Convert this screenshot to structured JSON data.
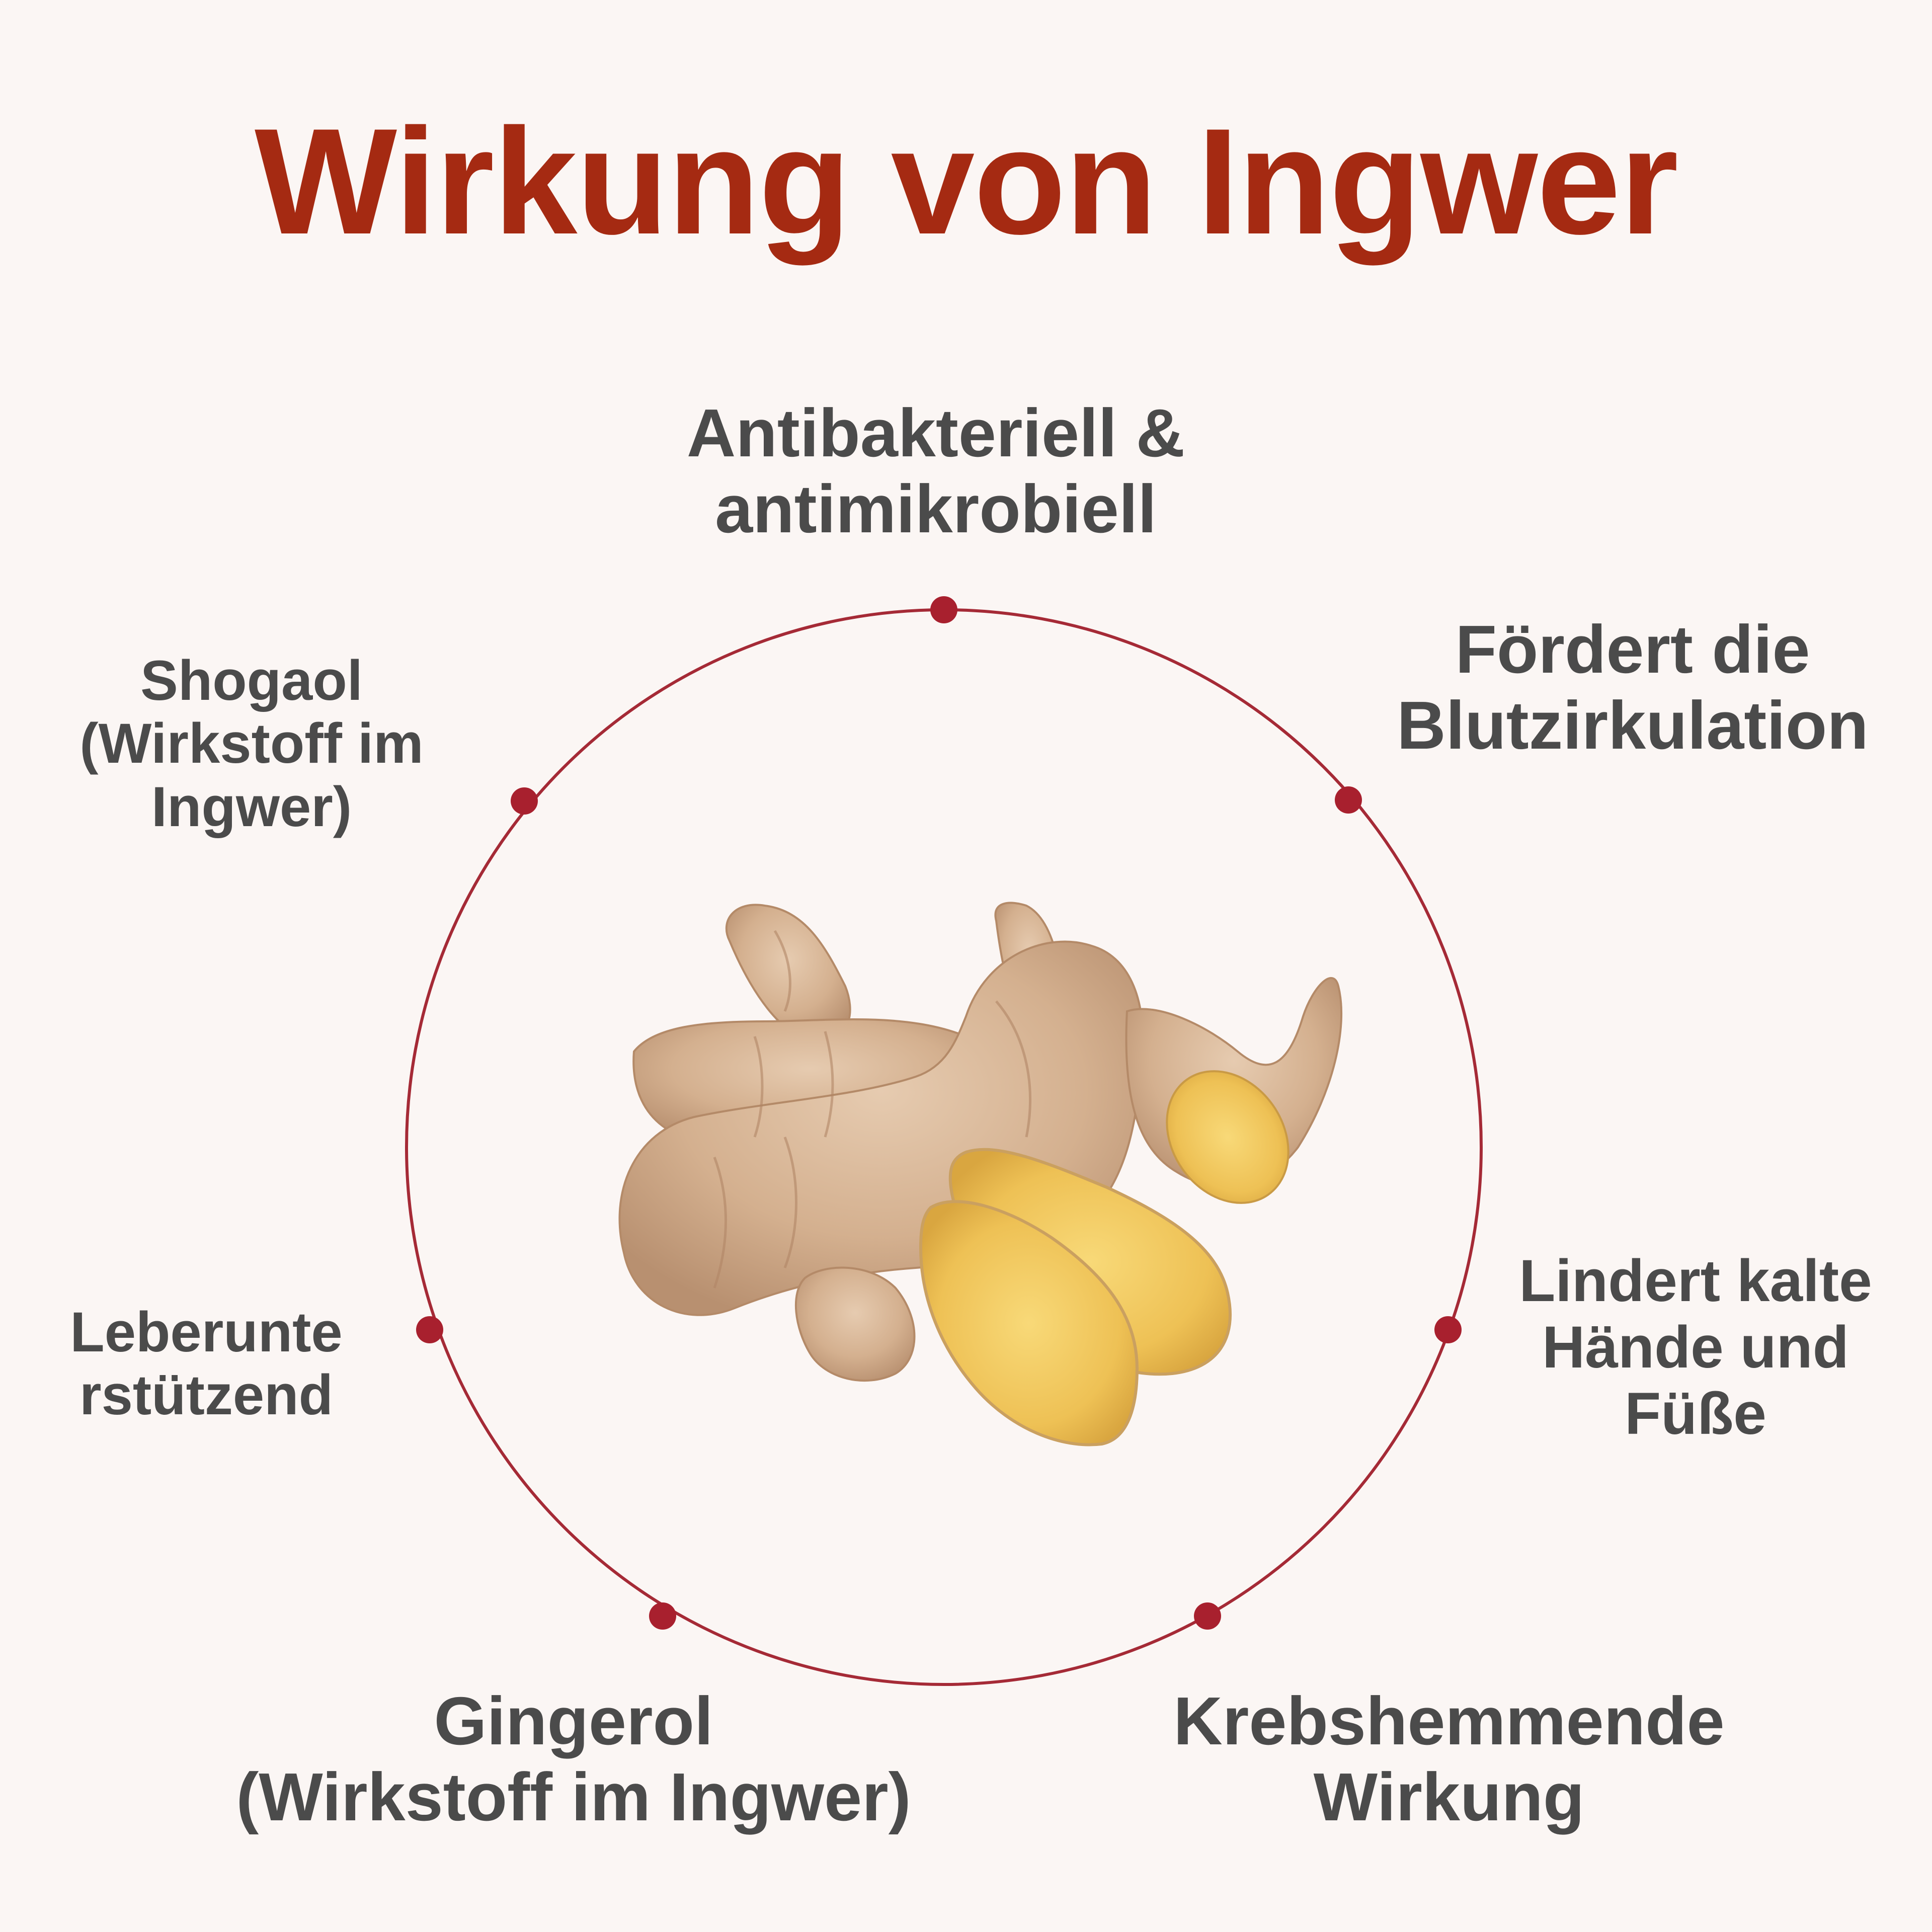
{
  "title": "Wirkung von Ingwer",
  "colors": {
    "title": "#a52a12",
    "label": "#4b4b4b",
    "circle": "#a52a36",
    "dot": "#a8202e",
    "background": "#fbf6f4",
    "ginger_skin": "#d9b99a",
    "ginger_flesh": "#f1c85a"
  },
  "labels": {
    "top": [
      "Antibakteriell &",
      "antimikrobiell"
    ],
    "top_right": [
      "Fördert die",
      "Blutzirkulation"
    ],
    "top_left": [
      "Shogaol",
      "(Wirkstoff im",
      "Ingwer)"
    ],
    "left": [
      "Leberunte",
      "rstützend"
    ],
    "right": [
      "Lindert kalte",
      "Hände und",
      "Füße"
    ],
    "bottom_left": [
      "Gingerol",
      "(Wirkstoff im Ingwer)"
    ],
    "bottom_right": [
      "Krebshemmende",
      "Wirkung"
    ]
  },
  "center_image": "ginger-root"
}
